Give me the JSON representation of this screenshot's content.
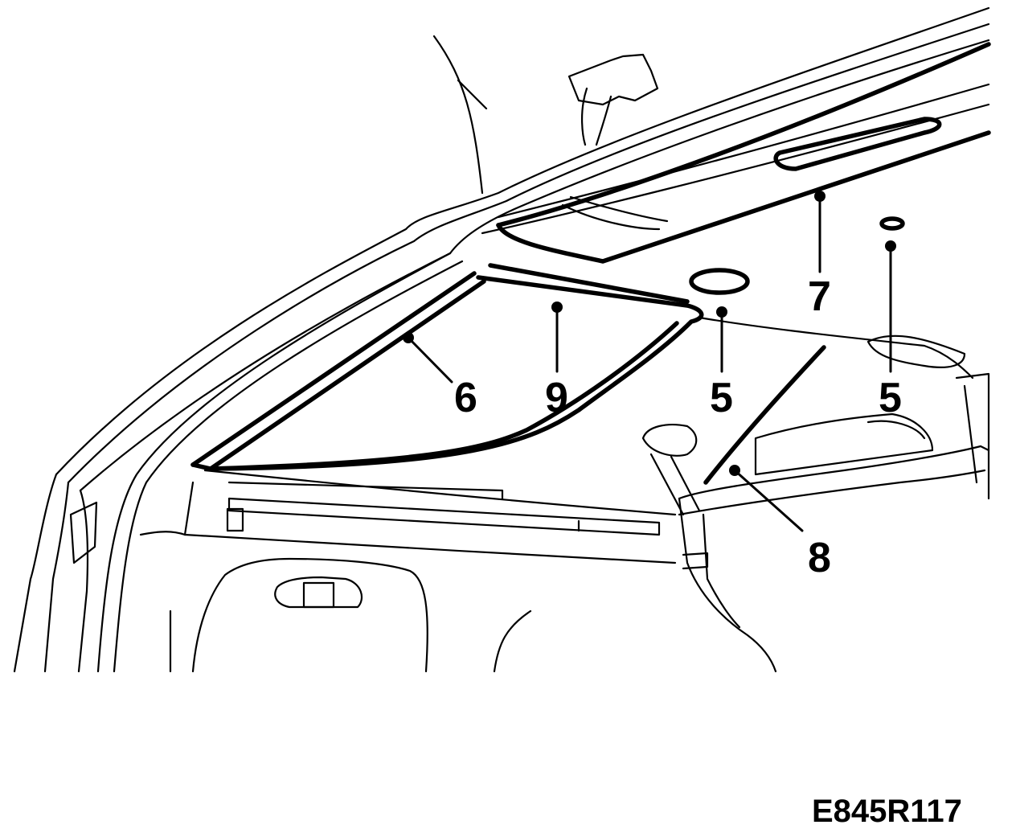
{
  "figure_id": "E845R117",
  "callouts": {
    "c5a": "5",
    "c5b": "5",
    "c6": "6",
    "c7": "7",
    "c8": "8",
    "c9": "9"
  }
}
